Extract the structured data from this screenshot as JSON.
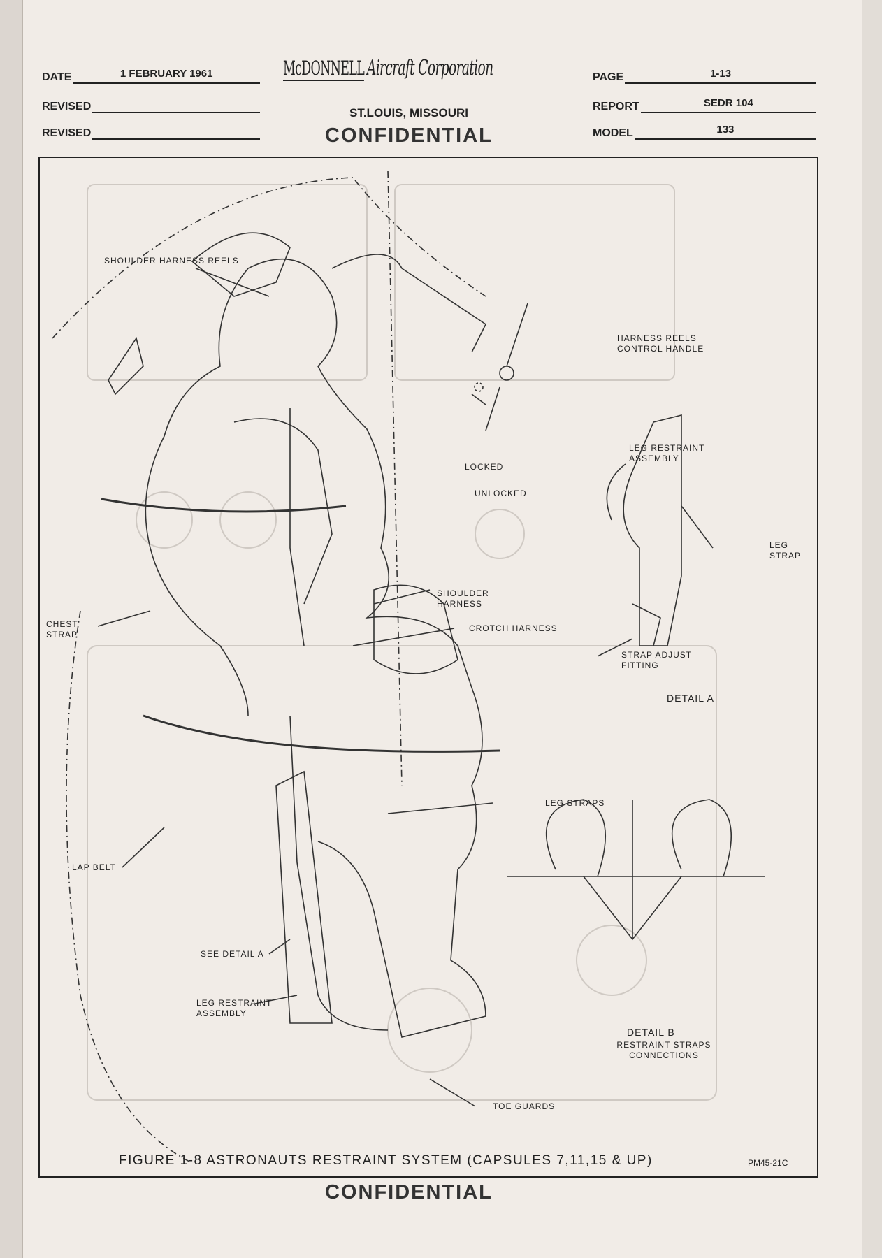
{
  "header": {
    "date_label": "DATE",
    "date_value": "1 FEBRUARY 1961",
    "revised_label_1": "REVISED",
    "revised_label_2": "REVISED",
    "company_name": "McDONNELL",
    "company_script": "Aircraft Corporation",
    "location": "ST.LOUIS, MISSOURI",
    "classification": "CONFIDENTIAL",
    "page_label": "PAGE",
    "page_value": "1-13",
    "report_label": "REPORT",
    "report_value": "SEDR 104",
    "model_label": "MODEL",
    "model_value": "133"
  },
  "diagram": {
    "labels": {
      "shoulder_harness_reels": "SHOULDER HARNESS REELS",
      "harness_reels_control_handle": "HARNESS REELS CONTROL HANDLE",
      "leg_restraint_assembly_detail": "LEG RESTRAINT ASSEMBLY",
      "locked": "LOCKED",
      "unlocked": "UNLOCKED",
      "leg_strap": "LEG STRAP",
      "shoulder_harness": "SHOULDER HARNESS",
      "chest_strap": "CHEST STRAP",
      "crotch_harness": "CROTCH HARNESS",
      "strap_adjust_fitting": "STRAP ADJUST FITTING",
      "detail_a": "DETAIL A",
      "leg_straps": "LEG STRAPS",
      "lap_belt": "LAP BELT",
      "see_detail_a": "SEE DETAIL A",
      "leg_restraint_assembly": "LEG RESTRAINT ASSEMBLY",
      "detail_b": "DETAIL B",
      "restraint_straps_connections": "RESTRAINT STRAPS CONNECTIONS",
      "toe_guards": "TOE GUARDS"
    }
  },
  "footer": {
    "caption": "FIGURE 1-8  ASTRONAUTS  RESTRAINT  SYSTEM (CAPSULES 7,11,15 & UP)",
    "code": "PM45-21C",
    "classification": "CONFIDENTIAL"
  }
}
